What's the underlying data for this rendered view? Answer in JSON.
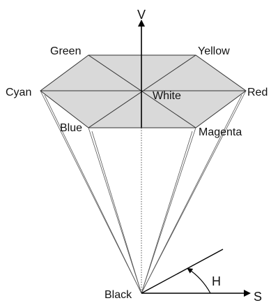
{
  "labels": {
    "v_axis": "V",
    "s_axis": "S",
    "h_angle": "H",
    "green": "Green",
    "yellow": "Yellow",
    "cyan": "Cyan",
    "white": "White",
    "red": "Red",
    "blue": "Blue",
    "magenta": "Magenta",
    "black": "Black"
  },
  "colors": {
    "hexagon_fill": "#d9d9d9",
    "line": "#333333"
  }
}
